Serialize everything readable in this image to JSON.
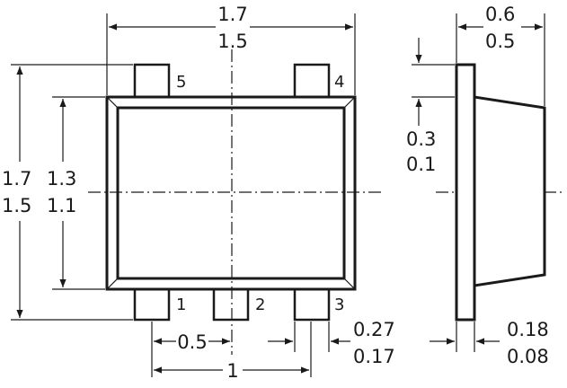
{
  "top_view": {
    "width_max": "1.7",
    "width_min": "1.5",
    "height_max": "1.7",
    "height_min": "1.5",
    "body_height_max": "1.3",
    "body_height_min": "1.1",
    "pin_pitch": "0.5",
    "pin_span": "1",
    "lead_width_max": "0.27",
    "lead_width_min": "0.17",
    "pins": [
      "1",
      "2",
      "3",
      "4",
      "5"
    ]
  },
  "side_view": {
    "thickness_max": "0.6",
    "thickness_min": "0.5",
    "lead_offset_max": "0.3",
    "lead_offset_min": "0.1",
    "lead_thickness_max": "0.18",
    "lead_thickness_min": "0.08"
  }
}
